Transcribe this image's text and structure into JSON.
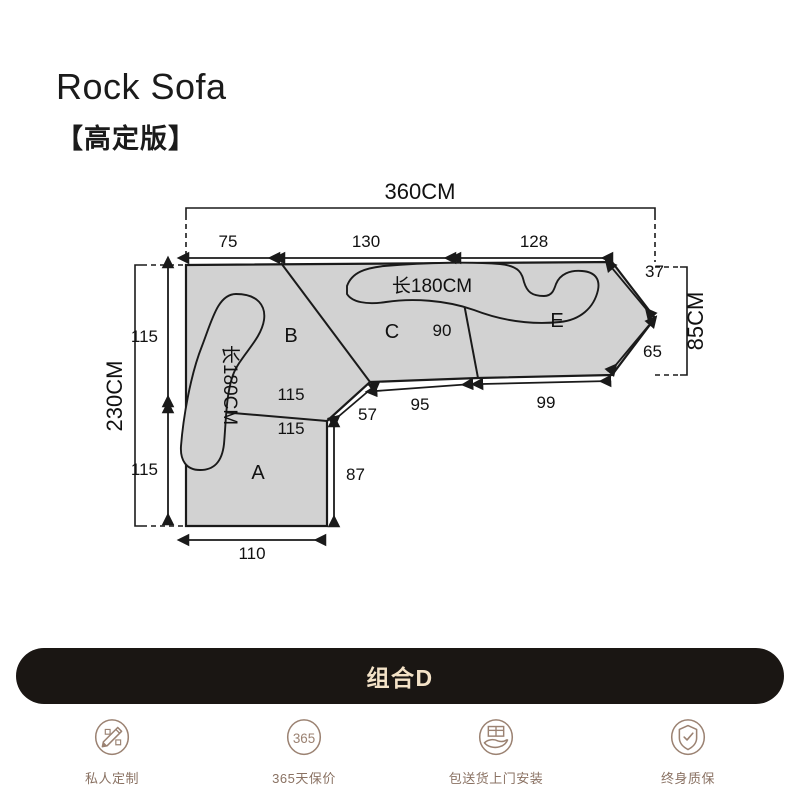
{
  "title": {
    "name": "Rock Sofa",
    "edition": "【高定版】"
  },
  "diagram": {
    "overall": {
      "width_label": "360CM",
      "height_left_label": "230CM",
      "height_right_label": "85CM"
    },
    "top_segments": [
      {
        "label": "75"
      },
      {
        "label": "130"
      },
      {
        "label": "128"
      }
    ],
    "left_segments": [
      {
        "label": "115"
      },
      {
        "label": "115"
      }
    ],
    "right_segments": [
      {
        "label": "37"
      },
      {
        "label": "65"
      }
    ],
    "inner_dims": {
      "b_depth": "115",
      "a_depth": "115",
      "c_depth": "90",
      "bottom_a_width": "110",
      "a_height": "87",
      "diag_57": "57",
      "bottom_95": "95",
      "bottom_99": "99"
    },
    "zones": [
      {
        "id": "A",
        "label": "A"
      },
      {
        "id": "B",
        "label": "B"
      },
      {
        "id": "C",
        "label": "C"
      },
      {
        "id": "E",
        "label": "E"
      }
    ],
    "cushions": [
      {
        "id": "vertical-cushion",
        "label": "长180CM"
      },
      {
        "id": "horizontal-cushion",
        "label": "长180CM"
      }
    ],
    "colors": {
      "fill": "#d2d2d2",
      "stroke": "#1a1a1a"
    }
  },
  "banner": {
    "label": "组合D",
    "background": "#1a1613",
    "text_color": "#f3e2c7"
  },
  "features": [
    {
      "icon": "pencil-custom-icon",
      "label": "私人定制"
    },
    {
      "icon": "365-badge-icon",
      "label": "365天保价"
    },
    {
      "icon": "delivery-hand-gift-icon",
      "label": "包送货上门安装"
    },
    {
      "icon": "shield-check-icon",
      "label": "终身质保"
    }
  ]
}
